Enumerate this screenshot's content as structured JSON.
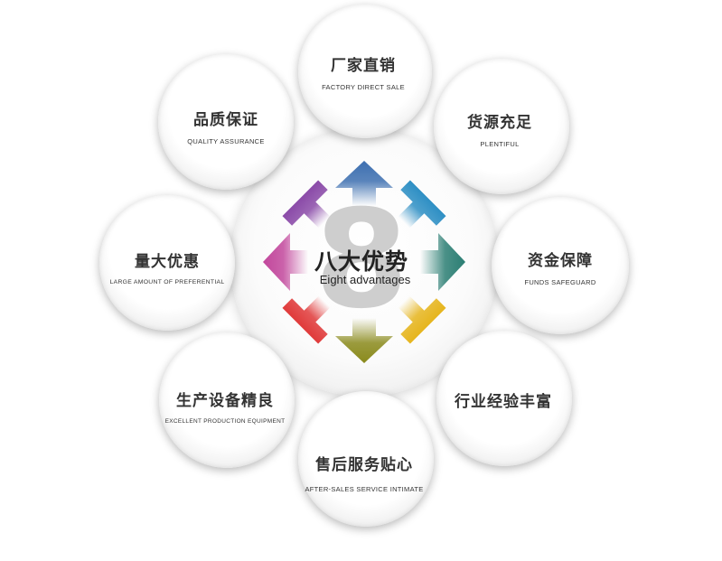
{
  "center": {
    "number": "8",
    "title": "八大优势",
    "subtitle": "Eight advantages"
  },
  "advantages": [
    {
      "cn": "厂家直销",
      "en": "FACTORY DIRECT SALE"
    },
    {
      "cn": "货源充足",
      "en": "PLENTIFUL"
    },
    {
      "cn": "资金保障",
      "en": "FUNDS SAFEGUARD"
    },
    {
      "cn": "行业经验丰富",
      "en": ""
    },
    {
      "cn": "售后服务贴心",
      "en": "AFTER-SALES SERVICE INTIMATE"
    },
    {
      "cn": "生产设备精良",
      "en": "EXCELLENT PRODUCTION EQUIPMENT"
    },
    {
      "cn": "量大优惠",
      "en": "LARGE AMOUNT OF PREFERENTIAL"
    },
    {
      "cn": "品质保证",
      "en": "QUALITY ASSURANCE"
    }
  ],
  "arrow_colors": [
    "#3d6fb0",
    "#2e8fc4",
    "#2b7e73",
    "#e6b51d",
    "#8a8a1c",
    "#e03a3a",
    "#c2479c",
    "#8a4aa8"
  ]
}
